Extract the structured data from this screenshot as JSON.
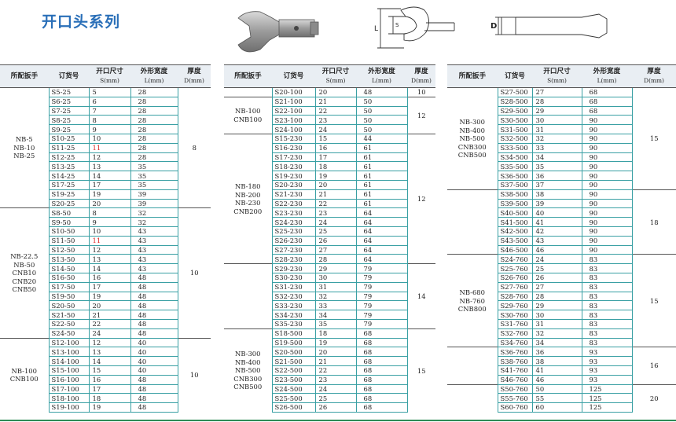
{
  "title": "开口头系列",
  "header": {
    "wrench": "所配扳手",
    "code": "订货号",
    "open": "开口尺寸",
    "open_unit": "S(mm)",
    "width": "外形宽度",
    "width_unit": "L(mm)",
    "thick": "厚度",
    "thick_unit": "D(mm)"
  },
  "drawing": {
    "s_label": "S",
    "l_label": "L",
    "d_label": "D"
  },
  "accent_colors": {
    "title": "#2a6fb8",
    "border": "#3aa0a4",
    "header_bg": "#e9eef3",
    "red": "#dd2222"
  },
  "tables": [
    {
      "groups": [
        {
          "wrench": "NB-5\nNB-10\nNB-25",
          "thick": "8",
          "rows": [
            [
              "S5-25",
              "5",
              "28"
            ],
            [
              "S6-25",
              "6",
              "28"
            ],
            [
              "S7-25",
              "7",
              "28"
            ],
            [
              "S8-25",
              "8",
              "28"
            ],
            [
              "S9-25",
              "9",
              "28"
            ],
            [
              "S10-25",
              "10",
              "28"
            ],
            [
              "S11-25",
              "11",
              "28"
            ],
            [
              "S12-25",
              "12",
              "28"
            ],
            [
              "S13-25",
              "13",
              "35"
            ],
            [
              "S14-25",
              "14",
              "35"
            ],
            [
              "S17-25",
              "17",
              "35"
            ],
            [
              "S19-25",
              "19",
              "39"
            ],
            [
              "S20-25",
              "20",
              "39"
            ]
          ]
        },
        {
          "wrench": "NB-22.5\nNB-50\nCNB10\nCNB20\nCNB50",
          "thick": "10",
          "rows": [
            [
              "S8-50",
              "8",
              "32"
            ],
            [
              "S9-50",
              "9",
              "32"
            ],
            [
              "S10-50",
              "10",
              "43"
            ],
            [
              "S11-50",
              "11",
              "43"
            ],
            [
              "S12-50",
              "12",
              "43"
            ],
            [
              "S13-50",
              "13",
              "43"
            ],
            [
              "S14-50",
              "14",
              "43"
            ],
            [
              "S16-50",
              "16",
              "48"
            ],
            [
              "S17-50",
              "17",
              "48"
            ],
            [
              "S19-50",
              "19",
              "48"
            ],
            [
              "S20-50",
              "20",
              "48"
            ],
            [
              "S21-50",
              "21",
              "48"
            ],
            [
              "S22-50",
              "22",
              "48"
            ],
            [
              "S24-50",
              "24",
              "48"
            ]
          ]
        },
        {
          "wrench": "NB-100\nCNB100",
          "thick": "10",
          "rows": [
            [
              "S12-100",
              "12",
              "40"
            ],
            [
              "S13-100",
              "13",
              "40"
            ],
            [
              "S14-100",
              "14",
              "40"
            ],
            [
              "S15-100",
              "15",
              "40"
            ],
            [
              "S16-100",
              "16",
              "48"
            ],
            [
              "S17-100",
              "17",
              "48"
            ],
            [
              "S18-100",
              "18",
              "48"
            ],
            [
              "S19-100",
              "19",
              "48"
            ]
          ]
        }
      ]
    },
    {
      "groups": [
        {
          "wrench": "",
          "thick": "10",
          "rows": [
            [
              "S20-100",
              "20",
              "48"
            ]
          ]
        },
        {
          "wrench": "NB-100\nCNB100",
          "thick": "12",
          "rows": [
            [
              "S21-100",
              "21",
              "50"
            ],
            [
              "S22-100",
              "22",
              "50"
            ],
            [
              "S23-100",
              "23",
              "50"
            ],
            [
              "S24-100",
              "24",
              "50"
            ]
          ]
        },
        {
          "wrench": "NB-180\nNB-200\nNB-230\nCNB200",
          "thick": "12",
          "rows": [
            [
              "S15-230",
              "15",
              "44"
            ],
            [
              "S16-230",
              "16",
              "61"
            ],
            [
              "S17-230",
              "17",
              "61"
            ],
            [
              "S18-230",
              "18",
              "61"
            ],
            [
              "S19-230",
              "19",
              "61"
            ],
            [
              "S20-230",
              "20",
              "61"
            ],
            [
              "S21-230",
              "21",
              "61"
            ],
            [
              "S22-230",
              "22",
              "61"
            ],
            [
              "S23-230",
              "23",
              "64"
            ],
            [
              "S24-230",
              "24",
              "64"
            ],
            [
              "S25-230",
              "25",
              "64"
            ],
            [
              "S26-230",
              "26",
              "64"
            ],
            [
              "S27-230",
              "27",
              "64"
            ],
            [
              "S28-230",
              "28",
              "64"
            ]
          ]
        },
        {
          "wrench": "",
          "thick": "14",
          "rows": [
            [
              "S29-230",
              "29",
              "79"
            ],
            [
              "S30-230",
              "30",
              "79"
            ],
            [
              "S31-230",
              "31",
              "79"
            ],
            [
              "S32-230",
              "32",
              "79"
            ],
            [
              "S33-230",
              "33",
              "79"
            ],
            [
              "S34-230",
              "34",
              "79"
            ],
            [
              "S35-230",
              "35",
              "79"
            ]
          ]
        },
        {
          "wrench": "NB-300\nNB-400\nNB-500\nCNB300\nCNB500",
          "thick": "15",
          "rows": [
            [
              "S18-500",
              "18",
              "68"
            ],
            [
              "S19-500",
              "19",
              "68"
            ],
            [
              "S20-500",
              "20",
              "68"
            ],
            [
              "S21-500",
              "21",
              "68"
            ],
            [
              "S22-500",
              "22",
              "68"
            ],
            [
              "S23-500",
              "23",
              "68"
            ],
            [
              "S24-500",
              "24",
              "68"
            ],
            [
              "S25-500",
              "25",
              "68"
            ],
            [
              "S26-500",
              "26",
              "68"
            ]
          ]
        }
      ]
    },
    {
      "groups": [
        {
          "wrench": "NB-300\nNB-400\nNB-500\nCNB300\nCNB500",
          "thick": "15",
          "rows": [
            [
              "S27-500",
              "27",
              "68"
            ],
            [
              "S28-500",
              "28",
              "68"
            ],
            [
              "S29-500",
              "29",
              "68"
            ],
            [
              "S30-500",
              "30",
              "90"
            ],
            [
              "S31-500",
              "31",
              "90"
            ],
            [
              "S32-500",
              "32",
              "90"
            ],
            [
              "S33-500",
              "33",
              "90"
            ],
            [
              "S34-500",
              "34",
              "90"
            ],
            [
              "S35-500",
              "35",
              "90"
            ],
            [
              "S36-500",
              "36",
              "90"
            ],
            [
              "S37-500",
              "37",
              "90"
            ]
          ]
        },
        {
          "wrench": "",
          "thick": "18",
          "rows": [
            [
              "S38-500",
              "38",
              "90"
            ],
            [
              "S39-500",
              "39",
              "90"
            ],
            [
              "S40-500",
              "40",
              "90"
            ],
            [
              "S41-500",
              "41",
              "90"
            ],
            [
              "S42-500",
              "42",
              "90"
            ],
            [
              "S43-500",
              "43",
              "90"
            ],
            [
              "S46-500",
              "46",
              "90"
            ]
          ]
        },
        {
          "wrench": "NB-680\nNB-760\nCNB800",
          "thick": "15",
          "rows": [
            [
              "S24-760",
              "24",
              "83"
            ],
            [
              "S25-760",
              "25",
              "83"
            ],
            [
              "S26-760",
              "26",
              "83"
            ],
            [
              "S27-760",
              "27",
              "83"
            ],
            [
              "S28-760",
              "28",
              "83"
            ],
            [
              "S29-760",
              "29",
              "83"
            ],
            [
              "S30-760",
              "30",
              "83"
            ],
            [
              "S31-760",
              "31",
              "83"
            ],
            [
              "S32-760",
              "32",
              "83"
            ],
            [
              "S34-760",
              "34",
              "83"
            ]
          ]
        },
        {
          "wrench": "",
          "thick": "16",
          "rows": [
            [
              "S36-760",
              "36",
              "93"
            ],
            [
              "S38-760",
              "38",
              "93"
            ],
            [
              "S41-760",
              "41",
              "93"
            ],
            [
              "S46-760",
              "46",
              "93"
            ]
          ]
        },
        {
          "wrench": "",
          "thick": "20",
          "rows": [
            [
              "S50-760",
              "50",
              "125"
            ],
            [
              "S55-760",
              "55",
              "125"
            ],
            [
              "S60-760",
              "60",
              "125"
            ]
          ]
        }
      ]
    }
  ]
}
